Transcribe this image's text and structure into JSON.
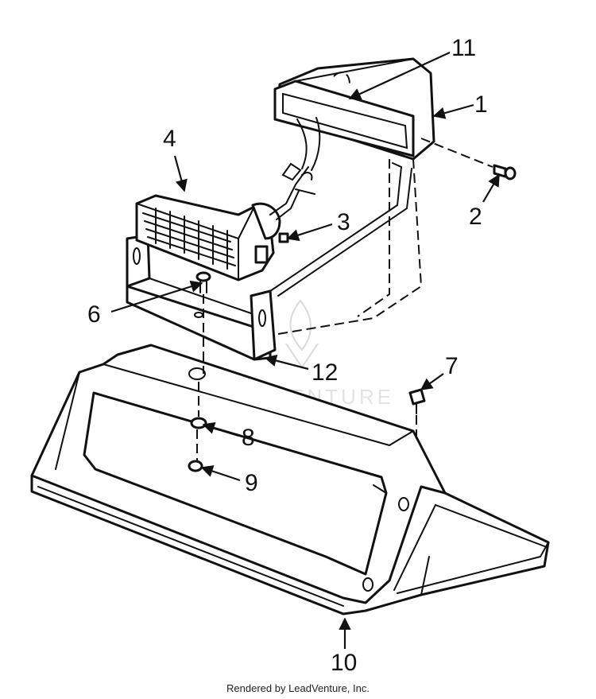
{
  "watermark": "LEADVENTURE",
  "footer": "Rendered by LeadVenture, Inc.",
  "callouts": [
    {
      "id": "1",
      "label": "1"
    },
    {
      "id": "2",
      "label": "2"
    },
    {
      "id": "3",
      "label": "3"
    },
    {
      "id": "4",
      "label": "4"
    },
    {
      "id": "6",
      "label": "6"
    },
    {
      "id": "7",
      "label": "7"
    },
    {
      "id": "8",
      "label": "8"
    },
    {
      "id": "9",
      "label": "9"
    },
    {
      "id": "10",
      "label": "10"
    },
    {
      "id": "11",
      "label": "11"
    },
    {
      "id": "12",
      "label": "12"
    }
  ]
}
